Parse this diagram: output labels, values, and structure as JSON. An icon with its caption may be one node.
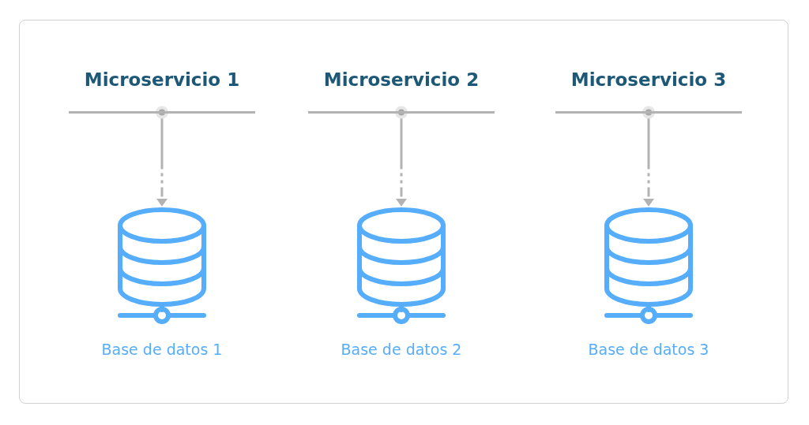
{
  "diagram": {
    "nodes": [
      {
        "text": [
          "Microservicio 1"
        ]
      },
      {
        "text": [
          "Microservicio 2"
        ]
      },
      {
        "text": [
          "Microservicio 3"
        ]
      },
      {
        "text": [
          "Base de datos 1"
        ]
      },
      {
        "text": [
          "Base de datos 2"
        ]
      },
      {
        "text": [
          "Base de datos 3"
        ]
      }
    ],
    "edges": [
      {
        "from": 0,
        "to": 3,
        "arrow": "to"
      },
      {
        "from": 1,
        "to": 4,
        "arrow": "to"
      },
      {
        "from": 2,
        "to": 5,
        "arrow": "to"
      }
    ]
  }
}
